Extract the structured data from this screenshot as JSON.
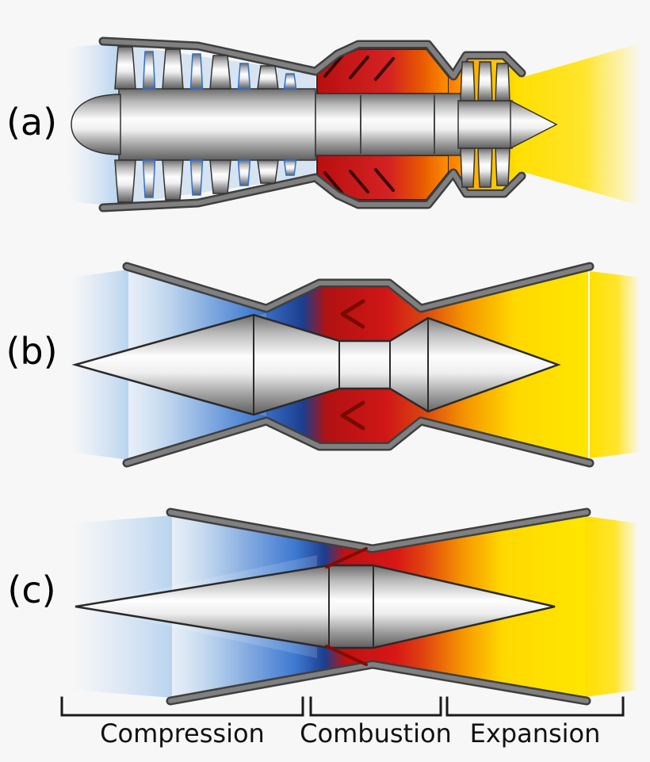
{
  "labels": {
    "engine_a": "(a)",
    "engine_b": "(b)",
    "engine_c": "(c)"
  },
  "zones": {
    "compression": "Compression",
    "combustion": "Combustion",
    "expansion": "Expansion"
  },
  "colors": {
    "background": "#f7f7f7",
    "casing-gray": "#808080",
    "casing-edge": "#3f3f3f",
    "intake-blue": "#3d78d0",
    "intake-light-blue": "#b6d0ec",
    "combustion-red": "#d01616",
    "flame-dark-red": "#7a0a00",
    "flame-orange": "#f59300",
    "exhaust-yellow": "#ffe400",
    "metal-light": "#fdfdfd",
    "metal-dark": "#5f5f5f",
    "outline-black": "#1a1a1a"
  }
}
